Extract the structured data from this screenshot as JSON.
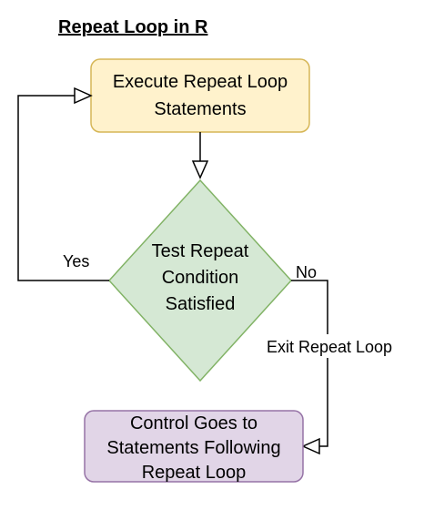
{
  "title": "Repeat Loop in R",
  "nodes": {
    "execute": {
      "lines": [
        "Execute Repeat Loop",
        "Statements"
      ],
      "fill": "#fff2cc",
      "stroke": "#d6b656"
    },
    "condition": {
      "lines": [
        "Test Repeat",
        "Condition",
        "Satisfied"
      ],
      "fill": "#d5e8d4",
      "stroke": "#82b366"
    },
    "after": {
      "lines": [
        "Control Goes to",
        "Statements Following",
        "Repeat Loop"
      ],
      "fill": "#e1d5e7",
      "stroke": "#9673a6"
    }
  },
  "edges": {
    "yes_label": "Yes",
    "no_label": "No",
    "exit_label": "Exit Repeat Loop"
  },
  "colors": {
    "line": "#000000",
    "background": "#ffffff"
  }
}
